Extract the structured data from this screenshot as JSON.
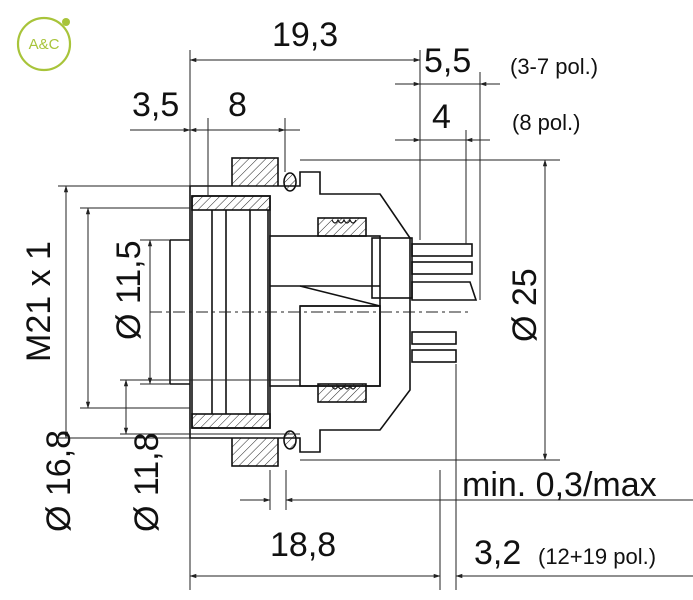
{
  "logo": {
    "text": "A&C",
    "color": "#a8c43a"
  },
  "dimensions": {
    "overall_length": "19,3",
    "front_a": "3,5",
    "front_b": "8",
    "pin_a": "5,5",
    "pin_a_note": "(3-7 pol.)",
    "pin_b": "4",
    "pin_b_note": "(8 pol.)",
    "thread": "M21 x 1",
    "dia_11_5": "Ø 11,5",
    "dia_25": "Ø 25",
    "dia_16_8": "Ø 16,8",
    "dia_11_8": "Ø 11,8",
    "panel": "min. 0,3/max",
    "depth": "18,8",
    "pin_c": "3,2",
    "pin_c_note": "(12+19 pol.)"
  }
}
